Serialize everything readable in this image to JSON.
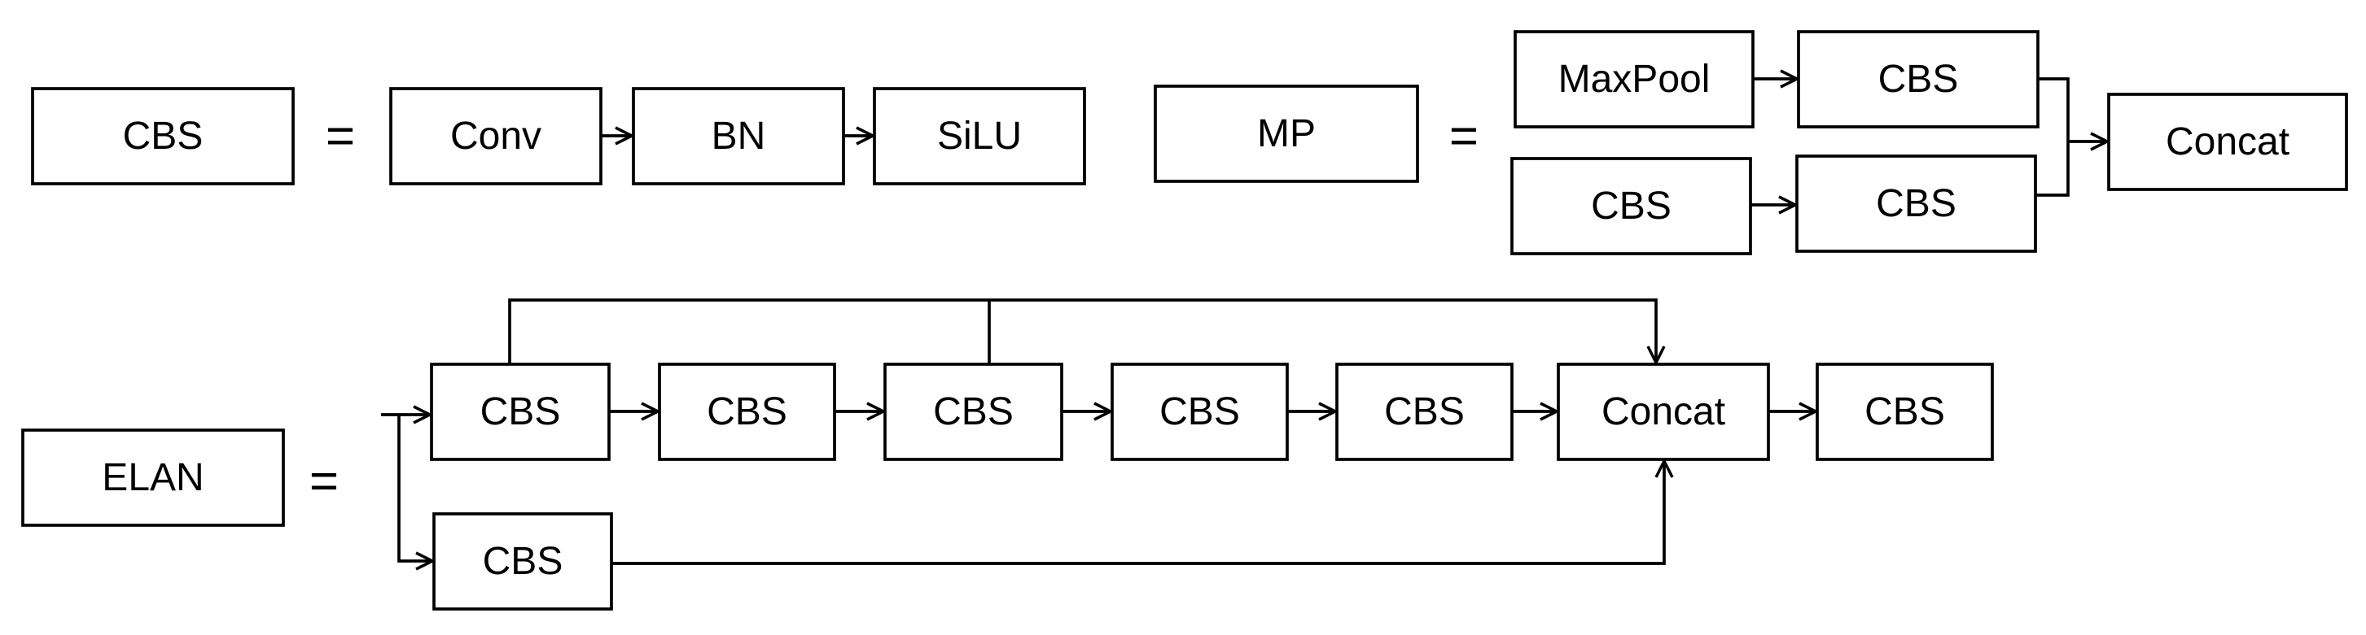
{
  "cbs_definition": {
    "term": "CBS",
    "equals": "=",
    "blocks": [
      "Conv",
      "BN",
      "SiLU"
    ]
  },
  "mp_definition": {
    "term": "MP",
    "equals": "=",
    "top_branch": [
      "MaxPool",
      "CBS"
    ],
    "bottom_branch": [
      "CBS",
      "CBS"
    ],
    "merge": "Concat"
  },
  "elan_definition": {
    "term": "ELAN",
    "equals": "=",
    "main_chain": [
      "CBS",
      "CBS",
      "CBS",
      "CBS",
      "CBS"
    ],
    "merge": "Concat",
    "output": "CBS",
    "side_branch": "CBS"
  }
}
